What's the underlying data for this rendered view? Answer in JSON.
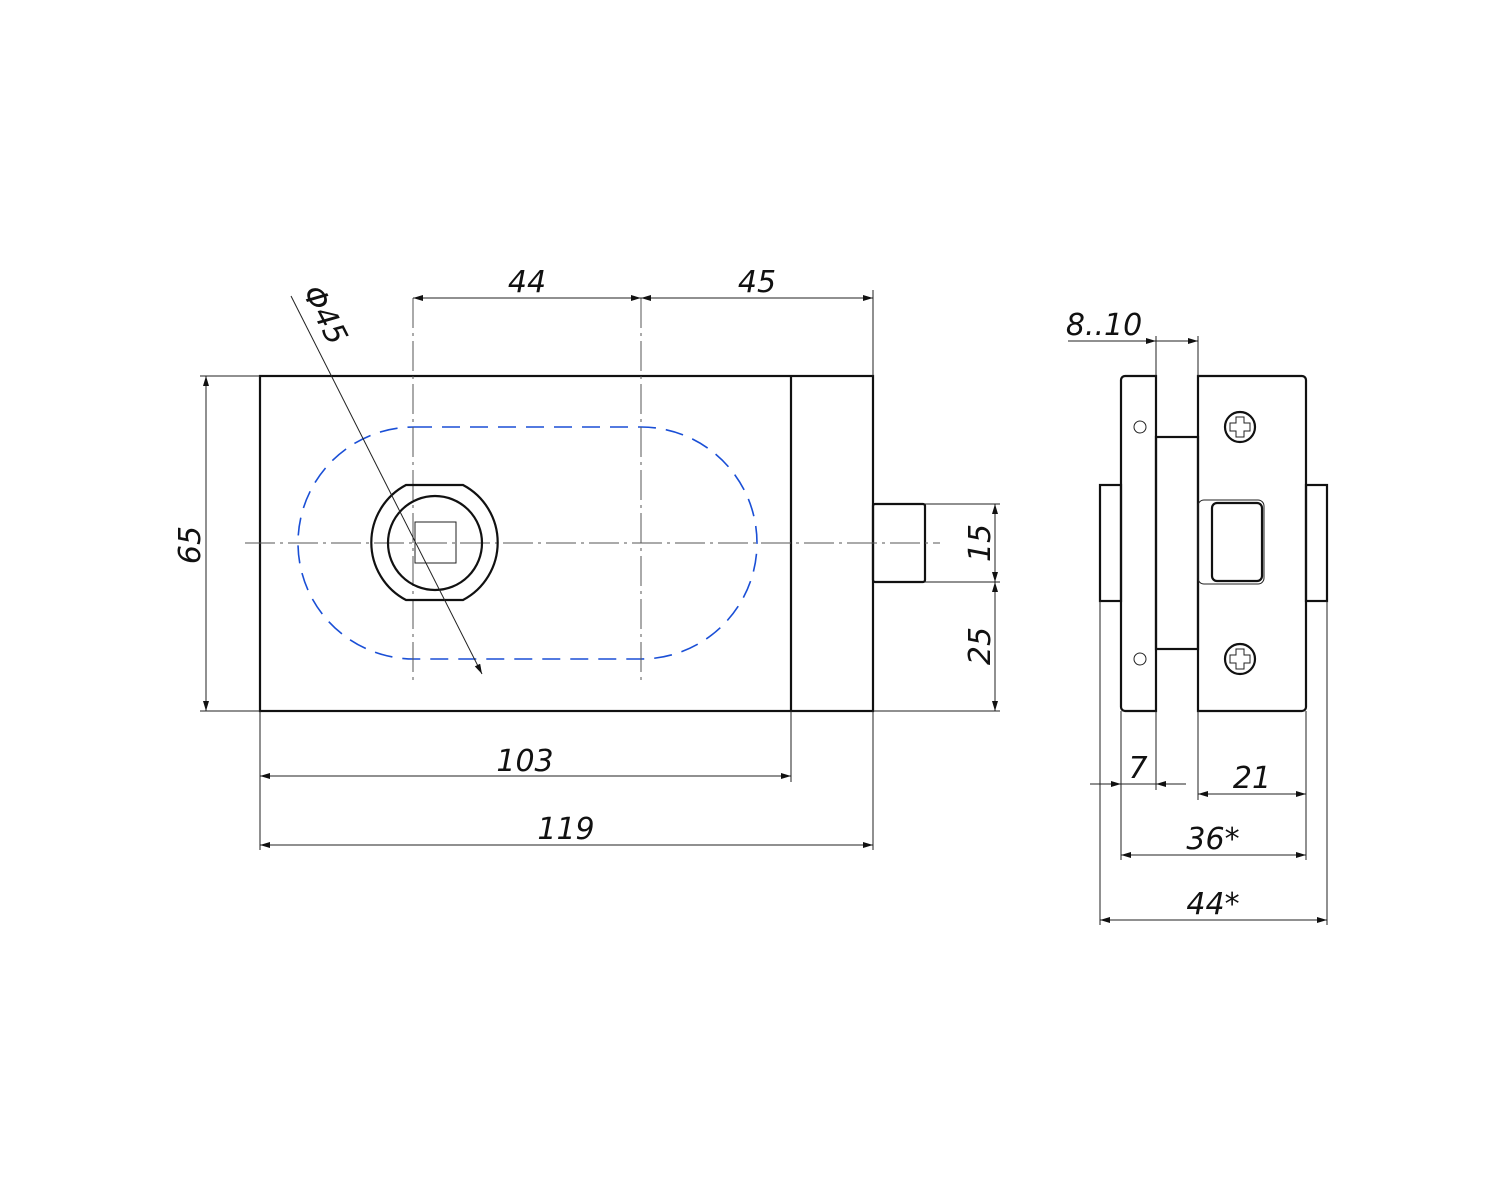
{
  "front_view": {
    "dims": {
      "d44": "44",
      "d45": "45",
      "diameter": "Φ45",
      "d65": "65",
      "d15": "15",
      "d25": "25",
      "d103": "103",
      "d119": "119"
    }
  },
  "side_view": {
    "dims": {
      "gap": "8..10",
      "d7": "7",
      "d21": "21",
      "d36": "36*",
      "d44": "44*"
    }
  },
  "colors": {
    "hidden_line": "#1a4fd6",
    "line": "#111111"
  }
}
